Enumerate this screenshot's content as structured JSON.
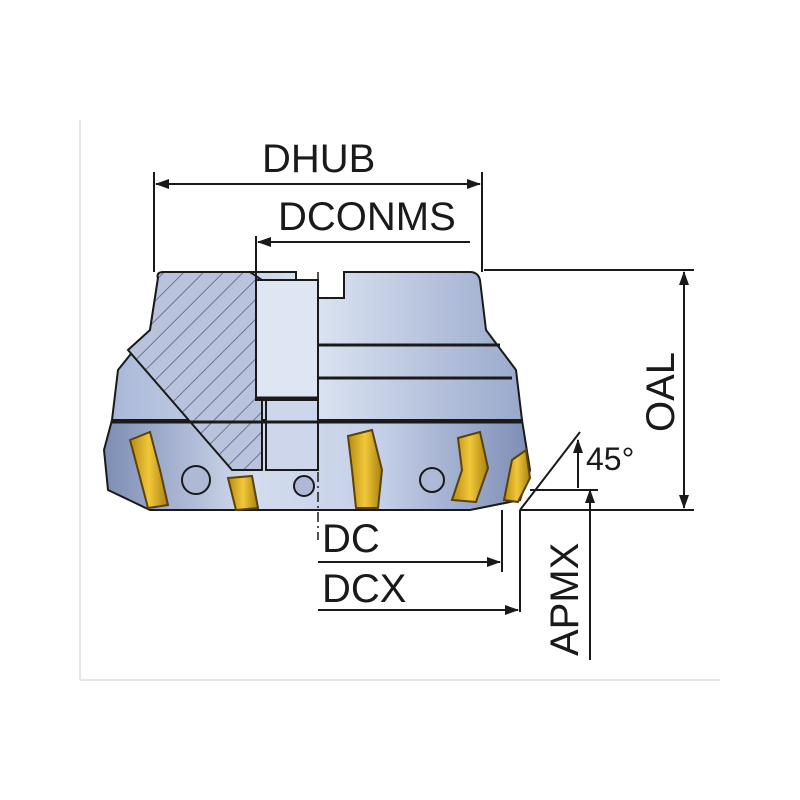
{
  "diagram": {
    "dimensions": {
      "dhub": "DHUB",
      "dconms": "DCONMS",
      "oal": "OAL",
      "angle": "45°",
      "dc": "DC",
      "dcx": "DCX",
      "apmx": "APMX"
    },
    "colors": {
      "body_light": "#cfd9ec",
      "body_mid": "#9fb0d2",
      "body_dark": "#6f7fa8",
      "insert_gold": "#e3b224",
      "insert_dark": "#8a6a10",
      "section_hatch": "#8c96b4",
      "line": "#1a1a1a",
      "frame": "#e6e6e6"
    }
  }
}
